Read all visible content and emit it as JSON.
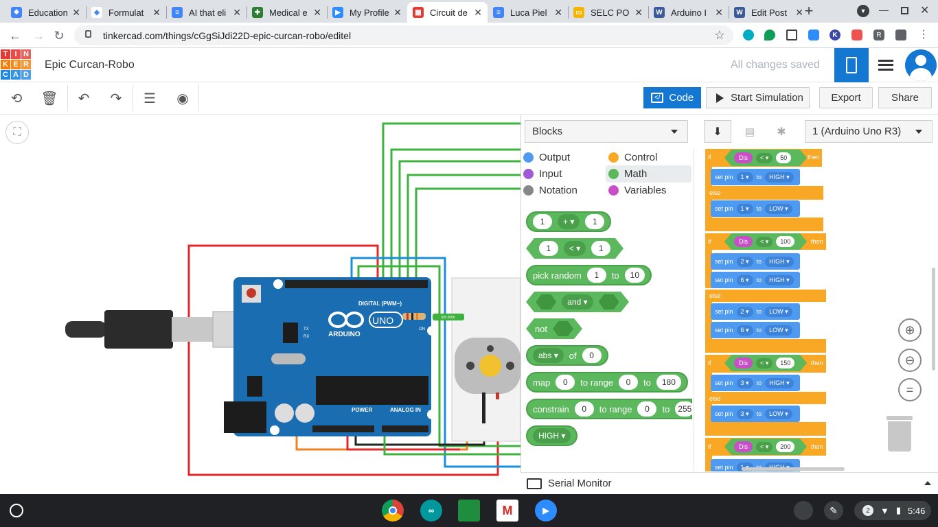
{
  "browser": {
    "tabs": [
      {
        "title": "Education",
        "color": "#4285f4",
        "glyph": "❖"
      },
      {
        "title": "Formulat",
        "color": "#ffffff",
        "glyph": "◆"
      },
      {
        "title": "AI that eli",
        "color": "#4285f4",
        "glyph": "≡"
      },
      {
        "title": "Medical e",
        "color": "#2e7d32",
        "glyph": "✚"
      },
      {
        "title": "My Profile",
        "color": "#2d8cff",
        "glyph": "▶"
      },
      {
        "title": "Circuit de",
        "color": "#e53935",
        "glyph": "▦"
      },
      {
        "title": "Luca Piel",
        "color": "#4285f4",
        "glyph": "≡"
      },
      {
        "title": "SELC PO",
        "color": "#f4b400",
        "glyph": "▭"
      },
      {
        "title": "Arduino I",
        "color": "#3c5a99",
        "glyph": "W"
      },
      {
        "title": "Edit Post",
        "color": "#3c5a99",
        "glyph": "W"
      }
    ],
    "active_tab": 5,
    "new_tab": "+",
    "url": "tinkercad.com/things/cGgSiJdi22D-epic-curcan-robo/editel"
  },
  "header": {
    "logo_letters": [
      "TIN",
      "KER",
      "CAD"
    ],
    "project_name": "Epic Curcan-Robo",
    "save_status": "All changes saved"
  },
  "toolbar": {
    "code_label": "Code",
    "simulate_label": "Start Simulation",
    "export_label": "Export",
    "share_label": "Share"
  },
  "code_panel": {
    "mode": "Blocks",
    "device": "1 (Arduino Uno R3)",
    "categories": [
      {
        "label": "Output",
        "color": "#4e9af1"
      },
      {
        "label": "Control",
        "color": "#f9a825"
      },
      {
        "label": "Input",
        "color": "#a05ad8"
      },
      {
        "label": "Math",
        "color": "#5cb85c"
      },
      {
        "label": "Notation",
        "color": "#888888"
      },
      {
        "label": "Variables",
        "color": "#c94fc9"
      }
    ],
    "selected_category": "Math",
    "math_blocks": {
      "add": {
        "a": "1",
        "op": "+",
        "b": "1"
      },
      "compare": {
        "a": "1",
        "op": "<",
        "b": "1"
      },
      "random": {
        "label": "pick random",
        "from": "1",
        "to_label": "to",
        "to": "10"
      },
      "and": {
        "label": "and"
      },
      "not": {
        "label": "not"
      },
      "abs": {
        "label": "abs",
        "of_label": "of",
        "value": "0"
      },
      "map": {
        "label": "map",
        "value": "0",
        "range_label": "to range",
        "from": "0",
        "to_label": "to",
        "to": "180"
      },
      "constrain": {
        "label": "constrain",
        "value": "0",
        "range_label": "to range",
        "from": "0",
        "to_label": "to",
        "to": "255"
      },
      "high": {
        "label": "HIGH"
      }
    },
    "script": {
      "if_label": "if",
      "then_label": "then",
      "else_label": "else",
      "set_pin_label": "set pin",
      "to_label": "to",
      "var_name": "Dis",
      "op": "<",
      "thresholds": [
        "50",
        "100",
        "150",
        "200"
      ],
      "pins": [
        "1",
        "2",
        "6",
        "3"
      ],
      "high": "HIGH",
      "low": "LOW"
    },
    "serial_monitor": "Serial Monitor"
  },
  "circuit": {
    "board_brand": "ARDUINO",
    "board_model": "UNO",
    "digital_label": "DIGITAL (PWM~)",
    "power_label": "POWER",
    "analog_label": "ANALOG IN",
    "on_label": "ON",
    "tx_label": "TX",
    "rx_label": "RX",
    "sensor_label": "SW 2000"
  },
  "shelf": {
    "time": "5:46",
    "notifications": "2"
  }
}
